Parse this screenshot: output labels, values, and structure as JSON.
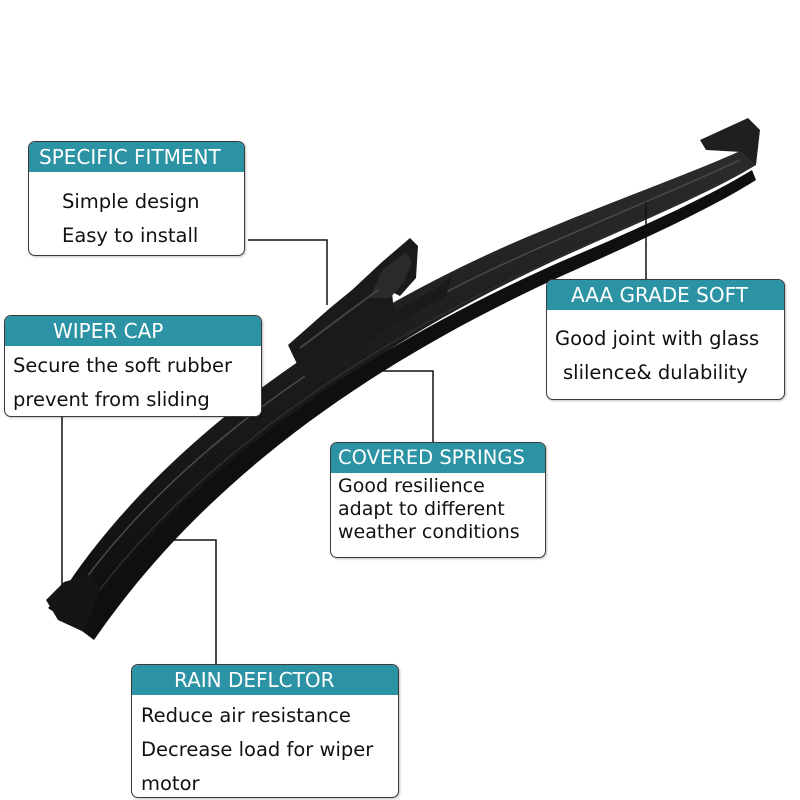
{
  "callouts": {
    "specific_fitment": {
      "title": "SPECIFIC FITMENT",
      "lines": [
        "Simple design",
        "Easy to install"
      ]
    },
    "wiper_cap": {
      "title": "WIPER CAP",
      "lines": [
        "Secure the soft rubber",
        "prevent from sliding"
      ]
    },
    "aaa_grade_soft": {
      "title": "AAA GRADE SOFT",
      "lines": [
        "Good joint with glass",
        "slilence& dulability"
      ]
    },
    "covered_springs": {
      "title": "COVERED SPRINGS",
      "lines": [
        "Good resilience",
        "adapt to different",
        "weather conditions"
      ]
    },
    "rain_deflector": {
      "title": "RAIN DEFLCTOR",
      "lines": [
        "Reduce air resistance",
        "Decrease load for wiper",
        "motor"
      ]
    }
  },
  "colors": {
    "header_teal": "#2c93a4",
    "blade_black": "#1b1b1b",
    "leader_line": "#111111"
  }
}
